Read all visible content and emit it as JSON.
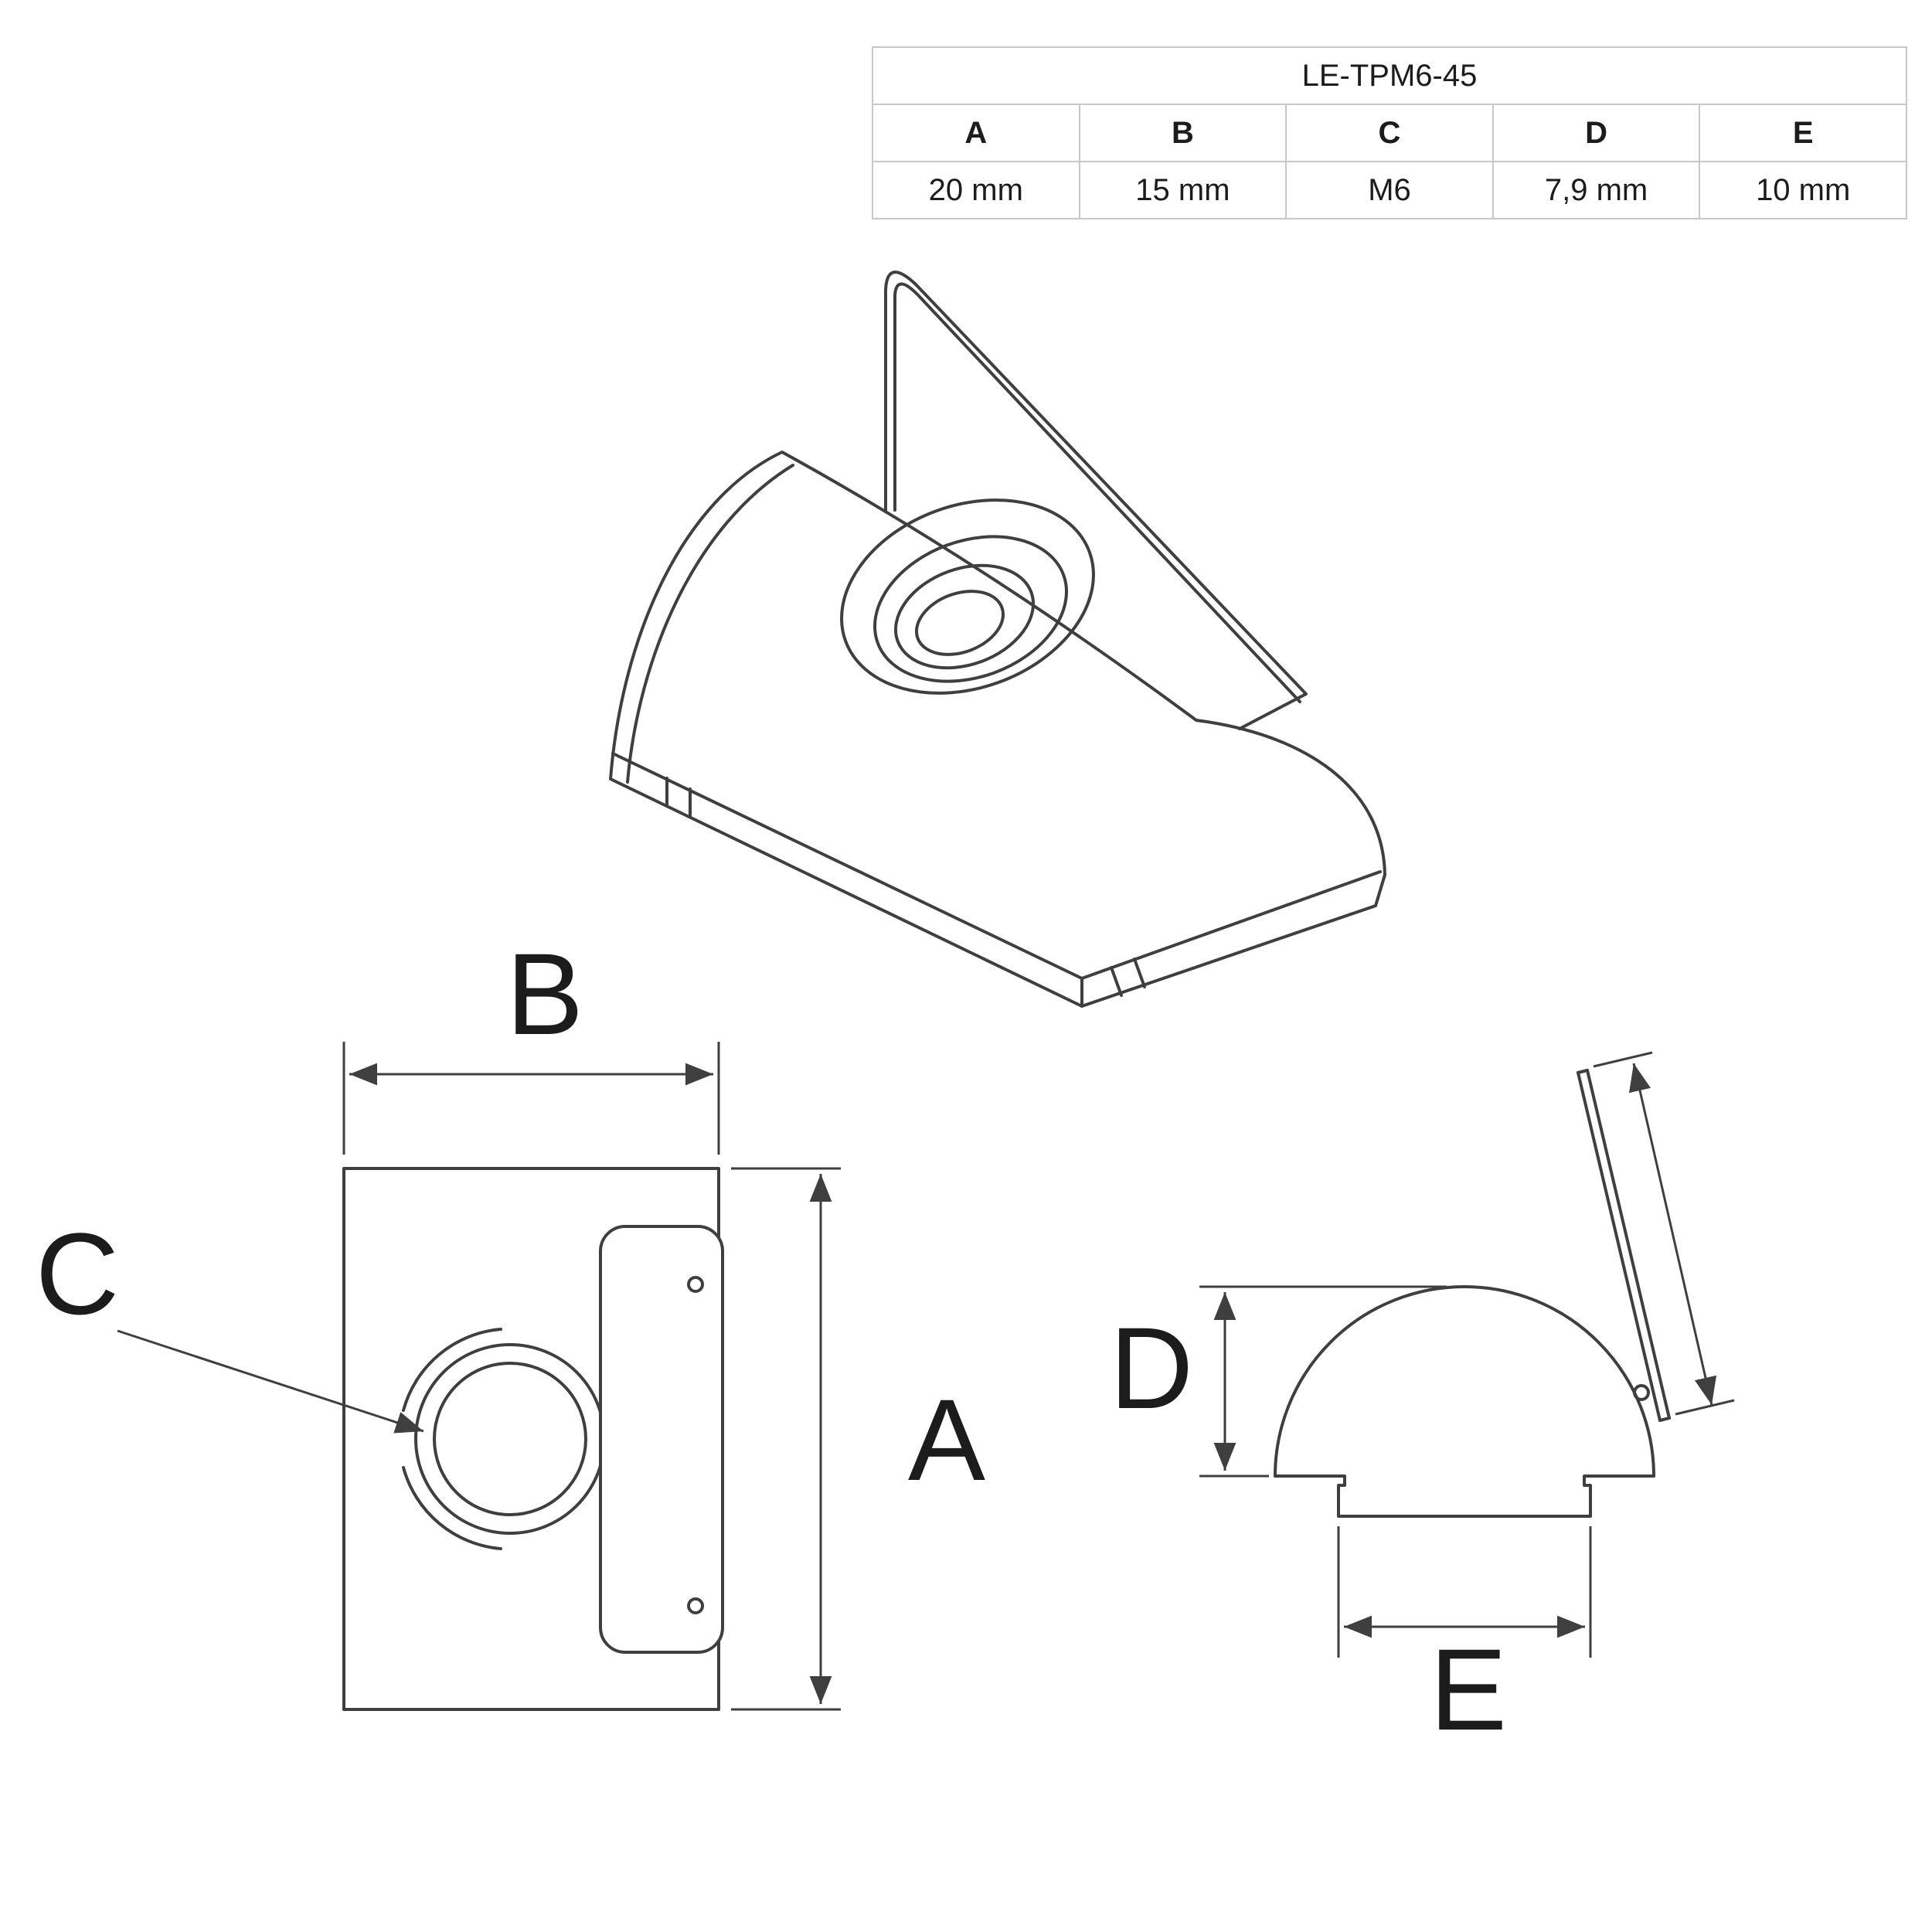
{
  "table": {
    "title": "LE-TPM6-45",
    "headers": [
      "A",
      "B",
      "C",
      "D",
      "E"
    ],
    "values": [
      "20 mm",
      "15 mm",
      "M6",
      "7,9 mm",
      "10 mm"
    ]
  },
  "labels": {
    "A": "A",
    "B": "B",
    "C": "C",
    "D": "D",
    "E": "E"
  },
  "views": {
    "isometric": "spring-t-nut-isometric-view",
    "front": "front-view",
    "side": "side-view"
  },
  "colors": {
    "line": "#3f3f3f",
    "text": "#1c1c1c",
    "border": "#c8c8c8",
    "background": "#ffffff"
  }
}
